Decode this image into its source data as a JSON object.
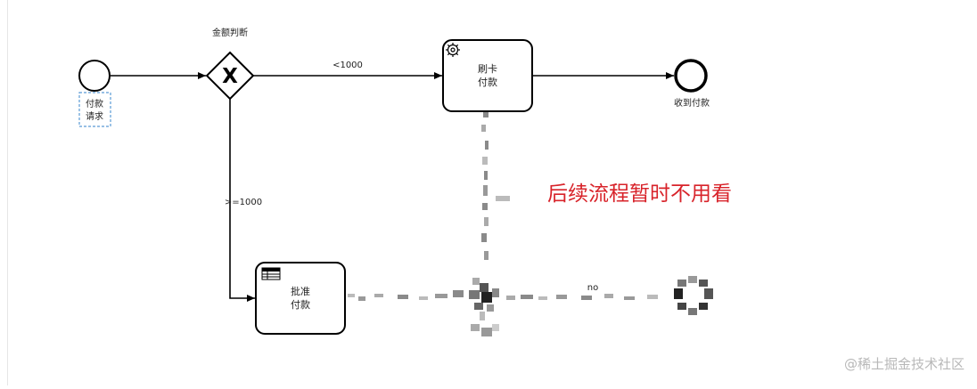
{
  "diagram": {
    "start_event": {
      "label_line1": "付款",
      "label_line2": "请求"
    },
    "gateway": {
      "label": "金额判断",
      "marker": "X"
    },
    "flows": {
      "lt_1000": "<1000",
      "ge_1000": ">=1000",
      "no": "no"
    },
    "task_card": {
      "line1": "刷卡",
      "line2": "付款",
      "icon": "gear-icon"
    },
    "task_approve": {
      "line1": "批准",
      "line2": "付款",
      "icon": "table-icon"
    },
    "end_event": {
      "label": "收到付款"
    },
    "annotation": "后续流程暂时不用看",
    "colors": {
      "stroke": "#000000",
      "annotation": "#d8232a",
      "selection": "#5b9bd5",
      "pixelated": "#8a8a8a"
    }
  },
  "watermark": "@稀土掘金技术社区"
}
